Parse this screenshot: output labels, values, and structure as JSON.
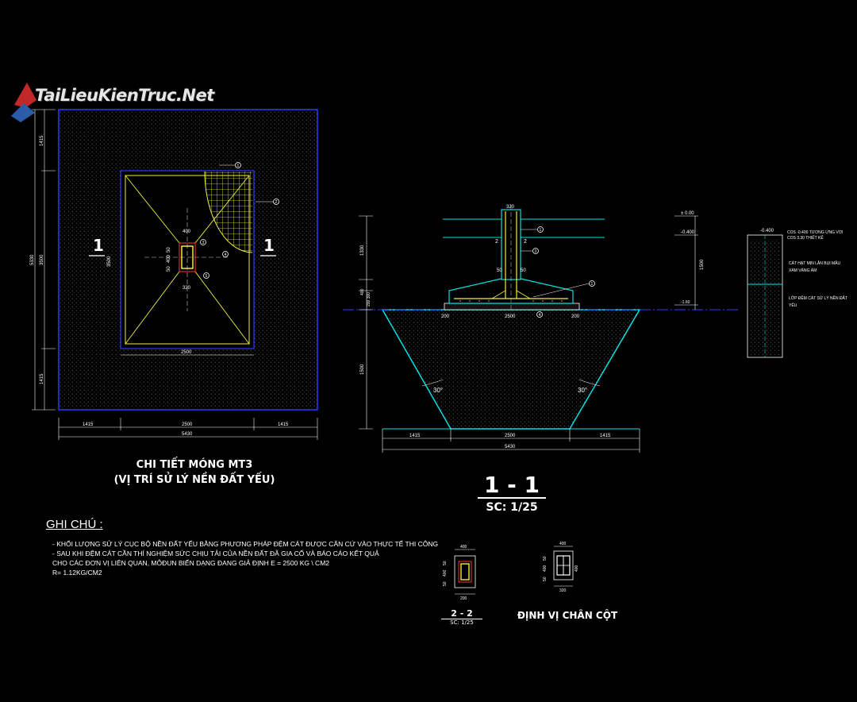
{
  "logo": {
    "text": "TaiLieuKienTruc.Net"
  },
  "plan": {
    "title": "CHI TIẾT MÓNG MT3",
    "subtitle": "(VỊ TRÍ SỬ LÝ NỀN ĐẤT YẾU)",
    "section_mark": "1",
    "dims_bottom": [
      "1415",
      "2500",
      "1415"
    ],
    "dim_total": "5430",
    "dims_left": [
      "1415",
      "3500",
      "1415"
    ],
    "dim_left_total": "5330",
    "dim_inner_width": "2500",
    "dim_inner_height": "3500",
    "col_dims": [
      "400",
      "320",
      "50",
      "400",
      "50"
    ],
    "callouts": [
      "1",
      "2",
      "3",
      "4",
      "5"
    ]
  },
  "section": {
    "title": "1 - 1",
    "scale": "SC: 1/25",
    "dim_top": "320",
    "dims_base": [
      "200",
      "2500",
      "200"
    ],
    "dims_bottom": [
      "1415",
      "2500",
      "1415"
    ],
    "dim_total": "5430",
    "dims_left": [
      "1330",
      "400",
      "200 300",
      "1500"
    ],
    "dim_right": "1500",
    "angles": [
      "30°",
      "30°"
    ],
    "levels": [
      "± 0.00",
      "-0.400",
      "-1.60"
    ],
    "labels": [
      "2",
      "2",
      "50",
      "50"
    ]
  },
  "legend": {
    "level": "-0.400",
    "text1": "COS -0.400 TƯƠNG ỨNG VỚI COS 3.30 THIẾT KẾ",
    "text2": "CÁT HẠT MỊN LẪN BỤI MẦU XÁM VÀNG ẨM",
    "text3": "LỚP ĐỆM CÁT SỬ LÝ NỀN ĐẤT YẾU"
  },
  "notes": {
    "heading": "GHI CHÚ :",
    "lines": [
      "- KHỐI LƯỢNG SỬ LÝ CỤC BỘ NỀN ĐẤT YẾU BẰNG PHƯƠNG PHÁP ĐỆM CÁT ĐƯỢC CĂN CỨ VÀO THỰC TẾ THI CÔNG",
      "- SAU KHI ĐỆM CÁT CẦN THÍ NGHIỆM SỨC CHỊU TẢI CỦA NỀN ĐẤT ĐÃ GIA CỐ VÀ BÁO CÁO KẾT QUẢ",
      "CHO CÁC ĐƠN VỊ LIÊN QUAN, MÔĐUN BIẾN DẠNG ĐANG GIẢ ĐỊNH E = 2500 KG \\ CM2",
      "R= 1.12KG/CM2"
    ]
  },
  "detail22": {
    "title": "2 - 2",
    "scale": "SC: 1/25",
    "dims": [
      "400",
      "200",
      "50",
      "400",
      "50"
    ]
  },
  "col_position": {
    "title": "ĐỊNH VỊ CHÂN CỘT",
    "dims": [
      "400",
      "320",
      "50",
      "400",
      "50"
    ]
  },
  "colors": {
    "blue": "#2b3bff",
    "cyan": "#00e0e0",
    "yellow": "#f0f03a",
    "white": "#ffffff",
    "green": "#30d030",
    "red": "#ff3030"
  }
}
